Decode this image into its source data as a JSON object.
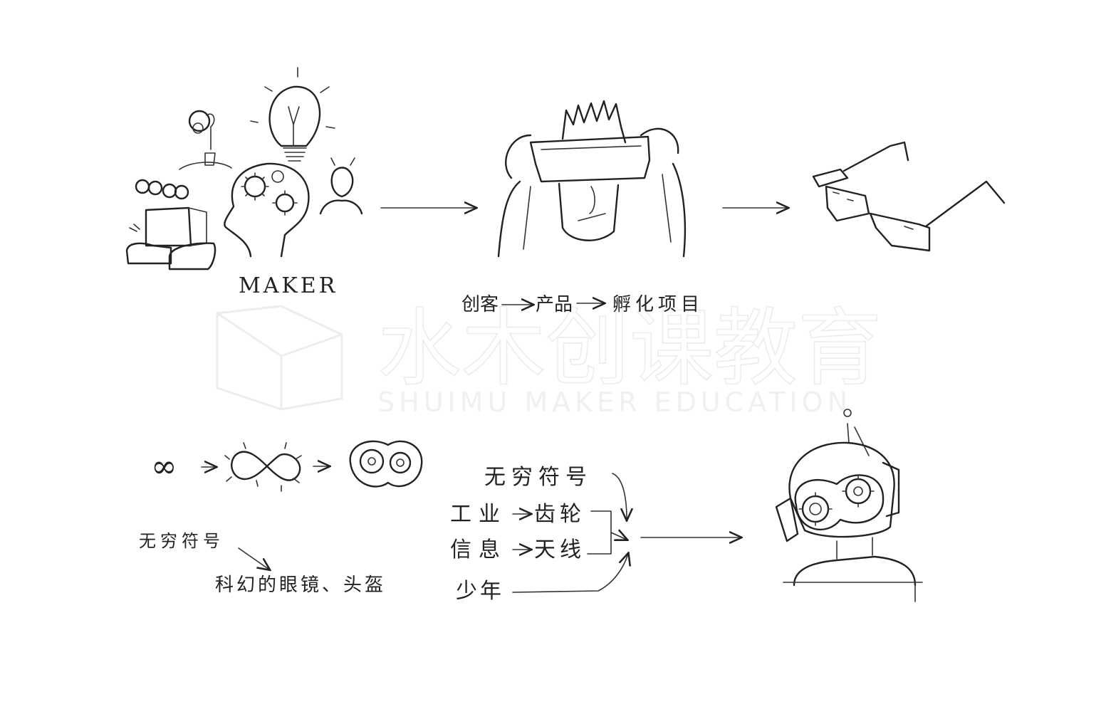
{
  "maker_label": "MAKER",
  "top_caption": {
    "part1": "创客",
    "part2": "产品",
    "part3": "孵化项目"
  },
  "bottom_left": {
    "symbol": "∞",
    "label_infinity": "无穷符号",
    "label_result": "科幻的眼镜、头盔"
  },
  "bottom_center": {
    "row1": "无穷符号",
    "row2_left": "工业",
    "row2_right": "齿轮",
    "row3_left": "信息",
    "row3_right": "天线",
    "row4": "少年"
  },
  "watermark": {
    "title": "水木创课教育",
    "subtitle": "SHUIMU MAKER EDUCATION"
  }
}
